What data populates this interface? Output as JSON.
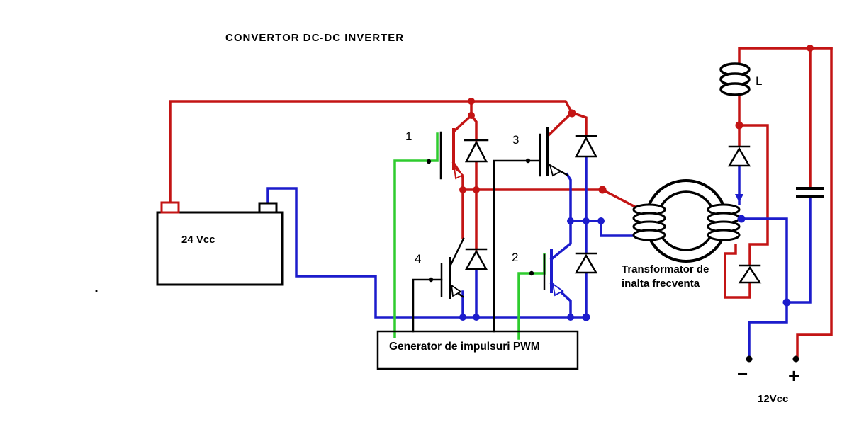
{
  "title": "CONVERTOR  DC-DC  INVERTER",
  "battery": {
    "label": "24 Vcc"
  },
  "pwm": {
    "label": "Generator de impulsuri PWM"
  },
  "transistors": {
    "t1": "1",
    "t2": "2",
    "t3": "3",
    "t4": "4"
  },
  "transformer": {
    "label_line1": "Transformator de",
    "label_line2": "inalta frecventa"
  },
  "inductor": {
    "label": "L"
  },
  "output": {
    "voltage_label": "12Vcc",
    "minus_label": "−",
    "plus_label": "+"
  },
  "colors": {
    "wire_red": "#c31414",
    "wire_blue": "#1c1ccc",
    "wire_green": "#2ecc2e",
    "component_black": "#000000",
    "pwm_text_red": "#a83a3a",
    "plus_red": "#e01010"
  }
}
